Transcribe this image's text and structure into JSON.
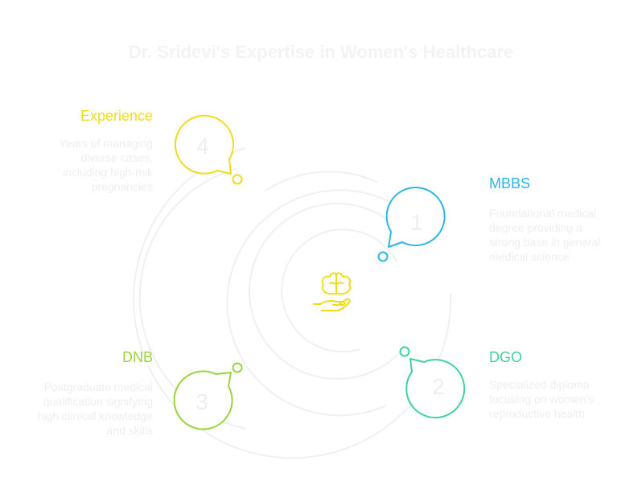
{
  "title": "Dr. Sridevi's Expertise in Women's Healthcare",
  "center_icon": "brain-in-hand-icon",
  "colors": {
    "mbbs": "#2bb5e8",
    "dgo": "#3ed39a",
    "dnb": "#9bd43a",
    "experience": "#f0dc1c",
    "rings": "#f0f0f0",
    "muted_text": "#eeeeee"
  },
  "items": [
    {
      "number": "1",
      "heading": "MBBS",
      "description": "Foundational medical degree providing a strong base in general medical science"
    },
    {
      "number": "2",
      "heading": "DGO",
      "description": "Specialized diploma focusing on women's reproductive health"
    },
    {
      "number": "3",
      "heading": "DNB",
      "description": "Postgraduate medical qualification signifying high clinical knowledge and skills"
    },
    {
      "number": "4",
      "heading": "Experience",
      "description": "Years of managing diverse cases, including high-risk pregnancies"
    }
  ]
}
